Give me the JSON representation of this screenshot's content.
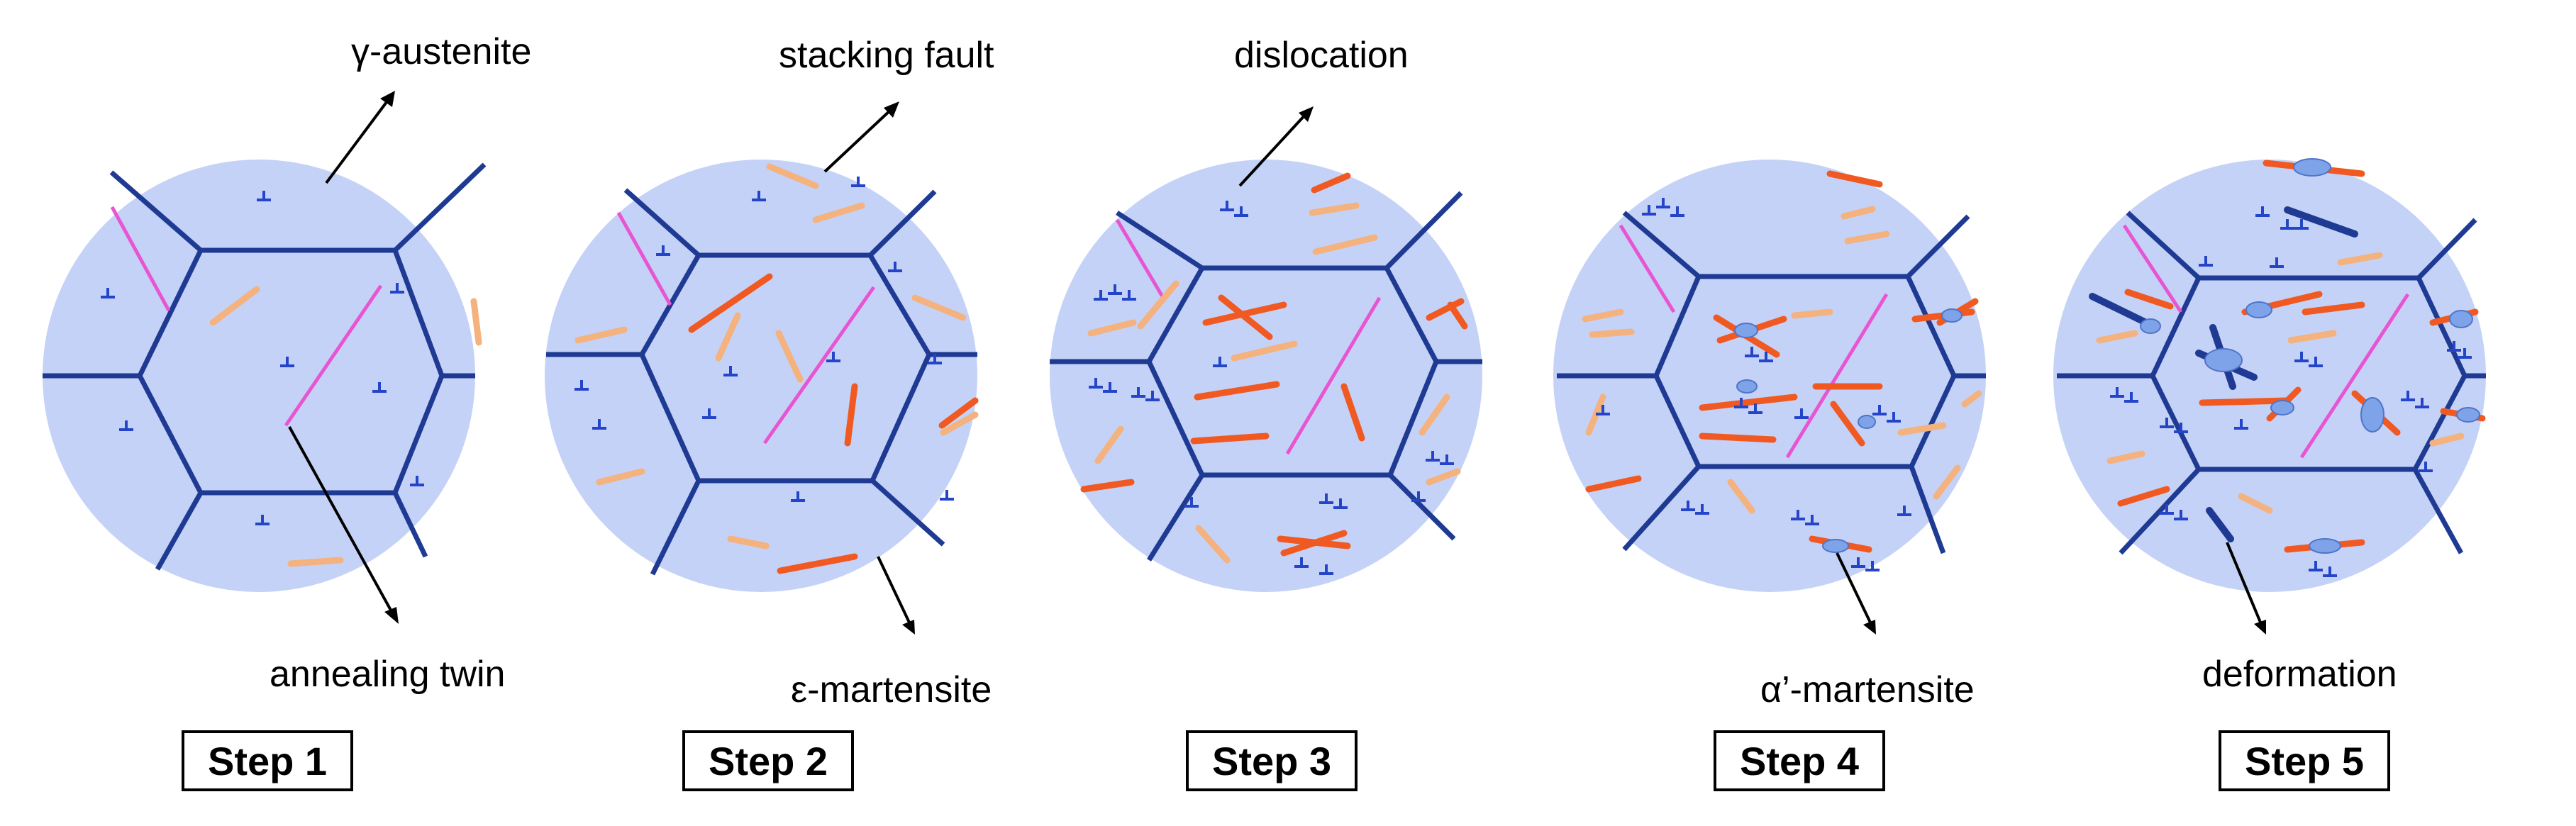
{
  "labels": {
    "austenite": "γ-austenite",
    "stacking_fault": "stacking fault",
    "dislocation": "dislocation",
    "annealing_twin": "annealing twin",
    "epsilon_martensite": "ε-martensite",
    "alpha_martensite": "α’-martensite",
    "deformation": "deformation"
  },
  "steps": [
    "Step 1",
    "Step 2",
    "Step 3",
    "Step 4",
    "Step 5"
  ],
  "colors": {
    "grain": "#c5d2f7",
    "boundary": "#1f3a93",
    "twin": "#e755d2",
    "stacking_fault": "#f4b27e",
    "epsilon_martensite": "#f05a22",
    "dislocation": "#2545c9",
    "alpha_martensite": "#7fa3e8",
    "deformation_band": "#1f3a93"
  }
}
